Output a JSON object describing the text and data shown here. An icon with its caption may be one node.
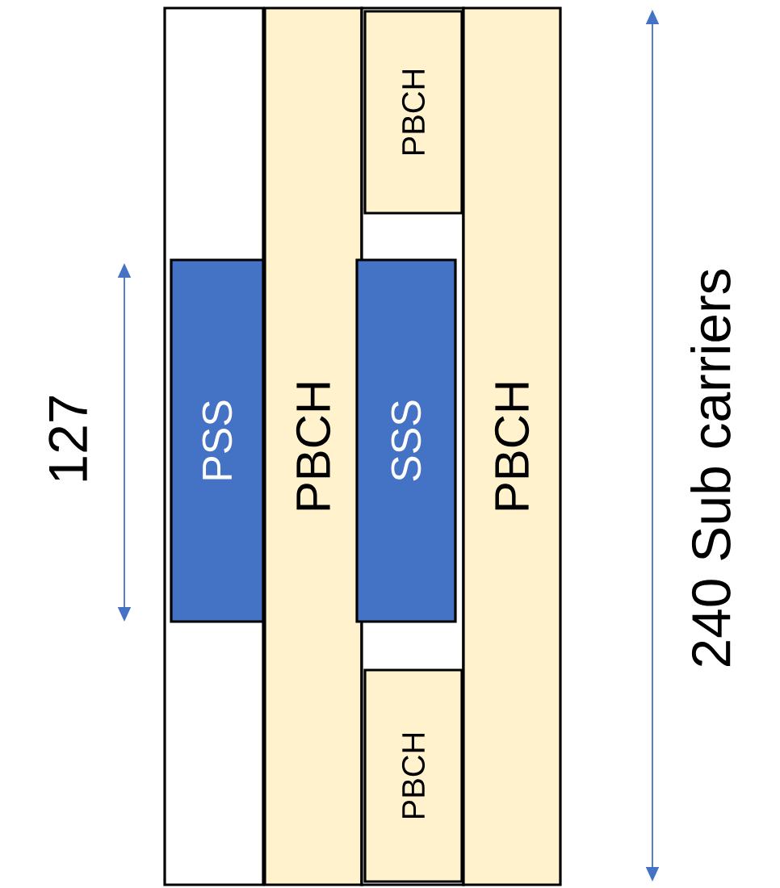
{
  "diagram": {
    "nodes": [
      {
        "text": [],
        "shape": "box"
      },
      {
        "text": [
          "PSS"
        ],
        "in": 0
      },
      {
        "text": [
          "PBCH"
        ]
      },
      {
        "text": [],
        "shape": "box"
      },
      {
        "text": [
          "PBCH"
        ],
        "in": 3
      },
      {
        "text": [
          "SSS"
        ],
        "in": 3
      },
      {
        "text": [
          "PBCH"
        ],
        "in": 3
      },
      {
        "text": [
          "PBCH"
        ]
      }
    ],
    "labels": [
      "127",
      "240 Sub carriers"
    ]
  }
}
